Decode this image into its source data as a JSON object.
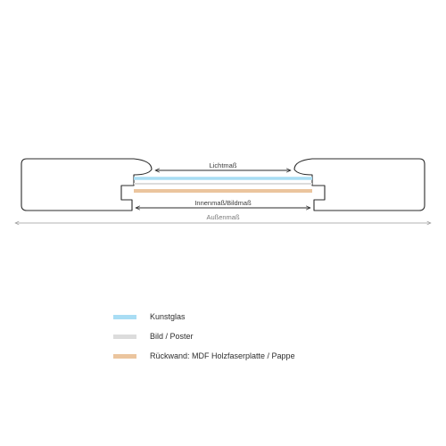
{
  "diagram": {
    "dimensions": {
      "lichtmass": "Lichtmaß",
      "innenmass": "Innenmaß/Bildmaß",
      "aussenmass": "Außenmaß"
    },
    "legend": [
      {
        "label": "Kunstglas",
        "color": "#a9ddf4"
      },
      {
        "label": "Bild / Poster",
        "color": "#dcdcdc"
      },
      {
        "label": "Rückwand: MDF Holzfaserplatte / Pappe",
        "color": "#ebc59e"
      }
    ],
    "colors": {
      "frame_outline": "#2b2b2b",
      "dimension_line": "#2b2b2b",
      "outer_dimension_line": "#9a9a9a"
    }
  }
}
